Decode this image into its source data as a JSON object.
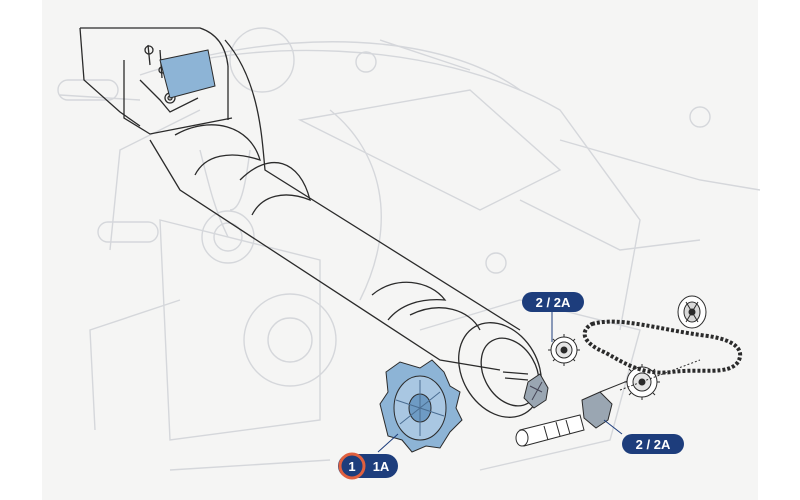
{
  "callouts": {
    "top_right": "2 / 2A",
    "bottom_right": "2 / 2A",
    "bottom_left_number": "1",
    "bottom_left_code": "1A"
  },
  "colors": {
    "callout_fill": "#1d3d7c",
    "highlight_ring": "#e0603f",
    "part_highlight": "#8db4d6",
    "line": "#2b2b2b",
    "ghost": "#d4d6da"
  }
}
